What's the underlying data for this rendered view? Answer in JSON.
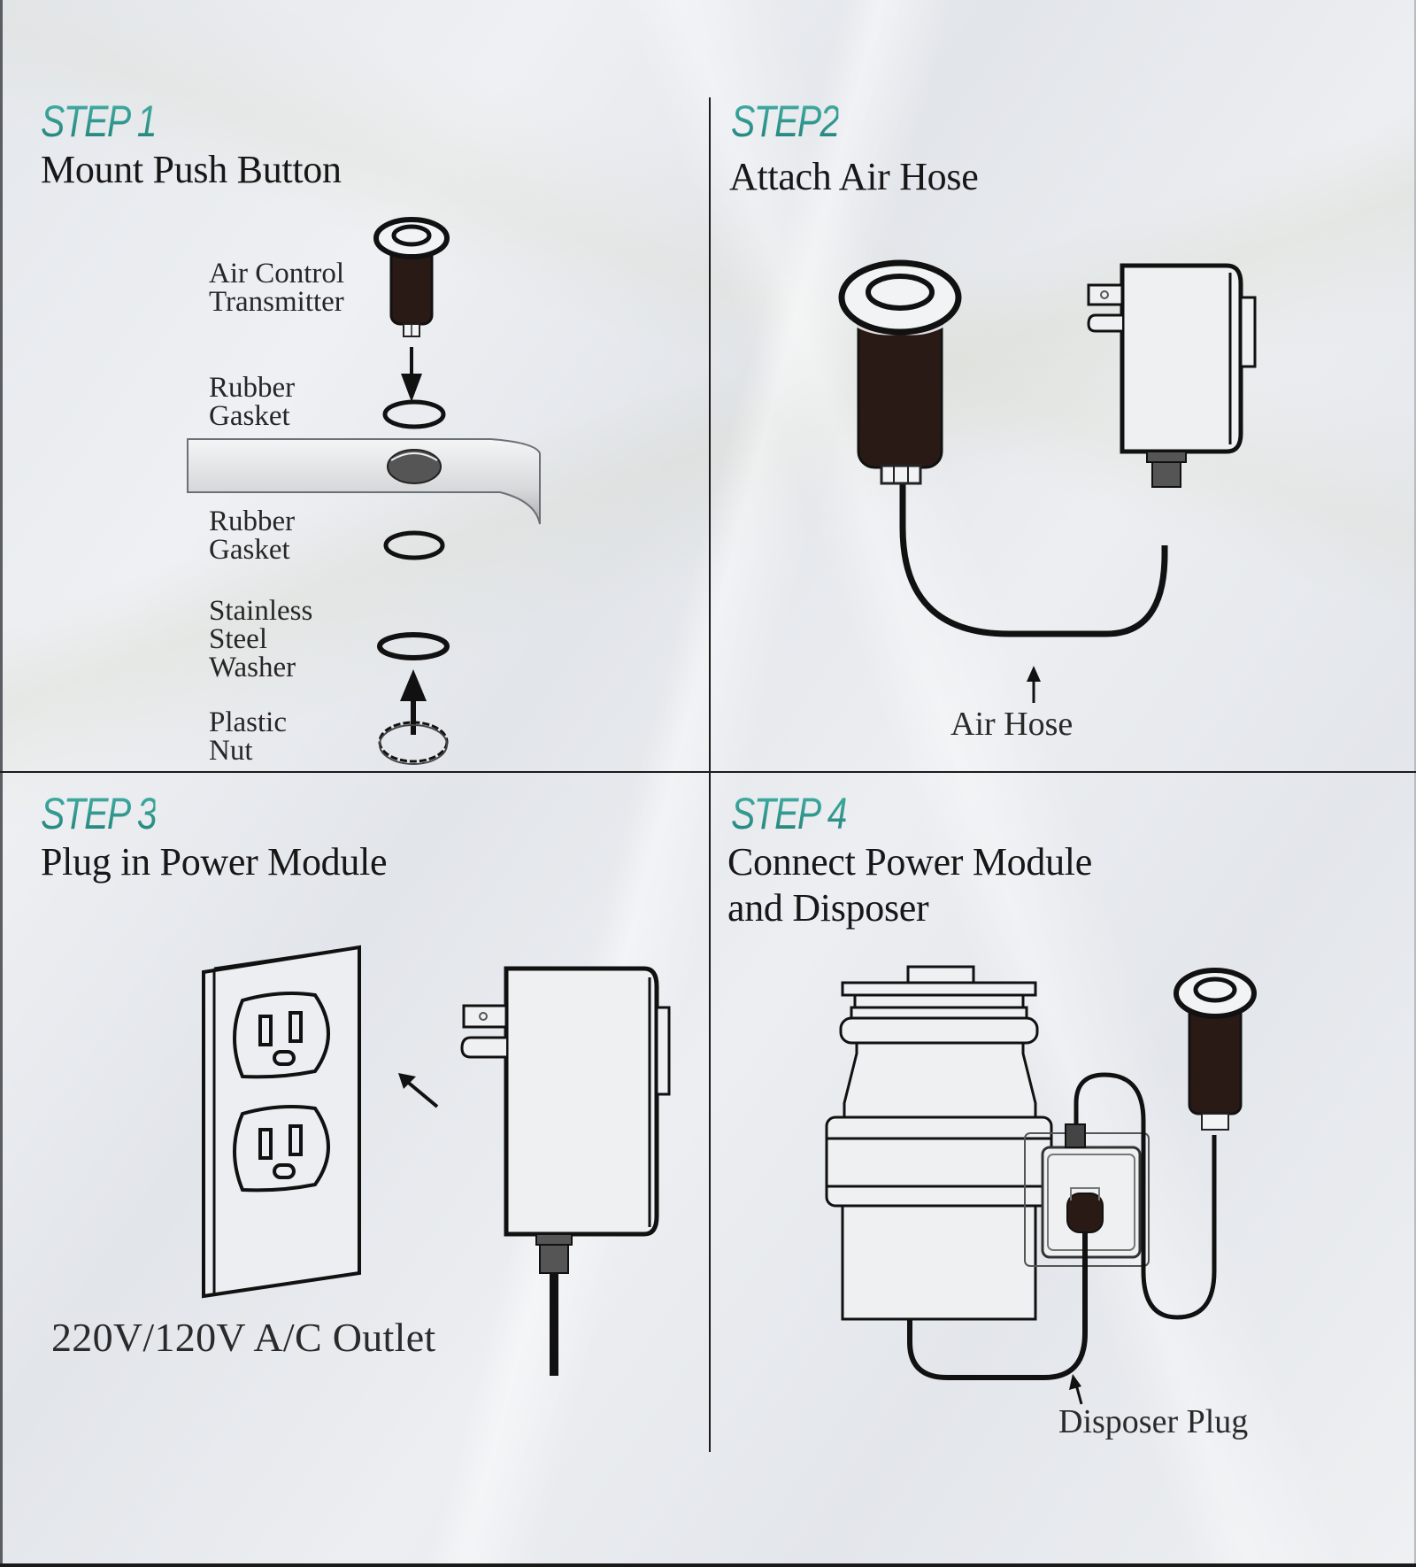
{
  "colors": {
    "step_heading": "#2a9a8f",
    "text": "#171717",
    "line": "#111111",
    "button_body": "#2a1a16",
    "background": "#e7e9ed"
  },
  "steps": [
    {
      "number_label": "STEP 1",
      "title": "Mount Push Button",
      "parts": [
        {
          "label_lines": [
            "Air Control",
            "Transmitter"
          ],
          "icon": "air-switch-button-icon"
        },
        {
          "label_lines": [
            "Rubber",
            "Gasket"
          ],
          "icon": "gasket-ring-icon"
        },
        {
          "label_lines": [
            "Rubber",
            "Gasket"
          ],
          "icon": "gasket-ring-icon"
        },
        {
          "label_lines": [
            "Stainless",
            "Steel",
            "Washer"
          ],
          "icon": "washer-ring-icon"
        },
        {
          "label_lines": [
            "Plastic",
            "Nut"
          ],
          "icon": "plastic-nut-icon"
        }
      ]
    },
    {
      "number_label": "STEP2",
      "title": "Attach Air Hose",
      "callout": "Air Hose",
      "icons": [
        "air-switch-button-icon",
        "power-module-icon",
        "air-hose-icon"
      ]
    },
    {
      "number_label": "STEP 3",
      "title": "Plug in Power Module",
      "callout": "220V/120V A/C Outlet",
      "icons": [
        "wall-outlet-icon",
        "power-module-icon",
        "arrow-icon"
      ]
    },
    {
      "number_label": "STEP 4",
      "title_lines": [
        "Connect Power Module",
        "and Disposer"
      ],
      "callout": "Disposer Plug",
      "icons": [
        "garbage-disposer-icon",
        "power-module-box-icon",
        "disposer-plug-icon",
        "air-switch-button-icon"
      ]
    }
  ]
}
